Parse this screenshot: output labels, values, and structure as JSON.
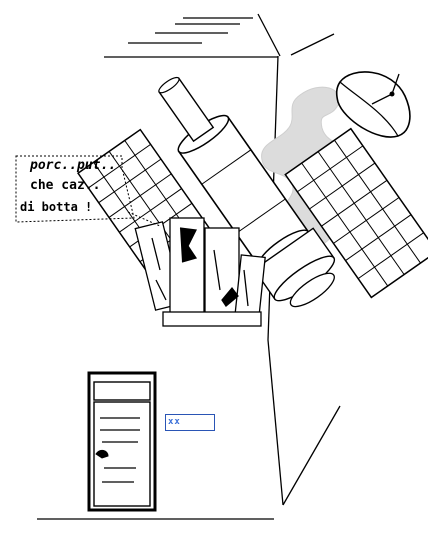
{
  "speech_bubble": {
    "line1": "porc..put..",
    "line2": "che caz..",
    "line3": "di botta !"
  },
  "label_box": {
    "text": "xx"
  },
  "colors": {
    "ink": "#000000",
    "smoke": "#d8d8d8",
    "label_blue": "#3a6fd8"
  },
  "icons": [
    "satellite-icon",
    "dish-antenna-icon",
    "solar-panel-icon",
    "door-icon"
  ]
}
